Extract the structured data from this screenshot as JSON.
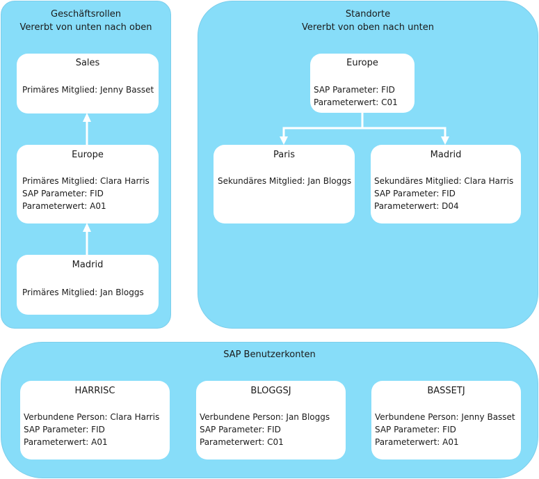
{
  "roles_panel": {
    "title": "Geschäftsrollen",
    "subtitle": "Vererbt von unten nach oben",
    "sales": {
      "title": "Sales",
      "lines": [
        "Primäres Mitglied: Jenny Basset"
      ]
    },
    "europe": {
      "title": "Europe",
      "lines": [
        "Primäres Mitglied: Clara Harris",
        "SAP Parameter: FID",
        "Parameterwert: A01"
      ]
    },
    "madrid": {
      "title": "Madrid",
      "lines": [
        "Primäres Mitglied: Jan Bloggs"
      ]
    }
  },
  "locations_panel": {
    "title": "Standorte",
    "subtitle": "Vererbt von oben nach unten",
    "europe": {
      "title": "Europe",
      "lines": [
        "SAP Parameter: FID",
        "Parameterwert: C01"
      ]
    },
    "paris": {
      "title": "Paris",
      "lines": [
        "Sekundäres Mitglied: Jan Bloggs"
      ]
    },
    "madrid": {
      "title": "Madrid",
      "lines": [
        "Sekundäres Mitglied: Clara Harris",
        "SAP Parameter: FID",
        "Parameterwert: D04"
      ]
    }
  },
  "accounts_panel": {
    "title": "SAP Benutzerkonten",
    "harrisc": {
      "title": "HARRISC",
      "lines": [
        "Verbundene Person: Clara Harris",
        "SAP Parameter: FID",
        "Parameterwert: A01"
      ]
    },
    "bloggsj": {
      "title": "BLOGGSJ",
      "lines": [
        "Verbundene Person: Jan Bloggs",
        "SAP Parameter: FID",
        "Parameterwert: C01"
      ]
    },
    "bassetj": {
      "title": "BASSETJ",
      "lines": [
        "Verbundene Person: Jenny Basset",
        "SAP Parameter: FID",
        "Parameterwert: A01"
      ]
    }
  },
  "colors": {
    "panel": "#87DDF9",
    "card": "#FFFFFF",
    "arrow": "#FFFFFF"
  }
}
